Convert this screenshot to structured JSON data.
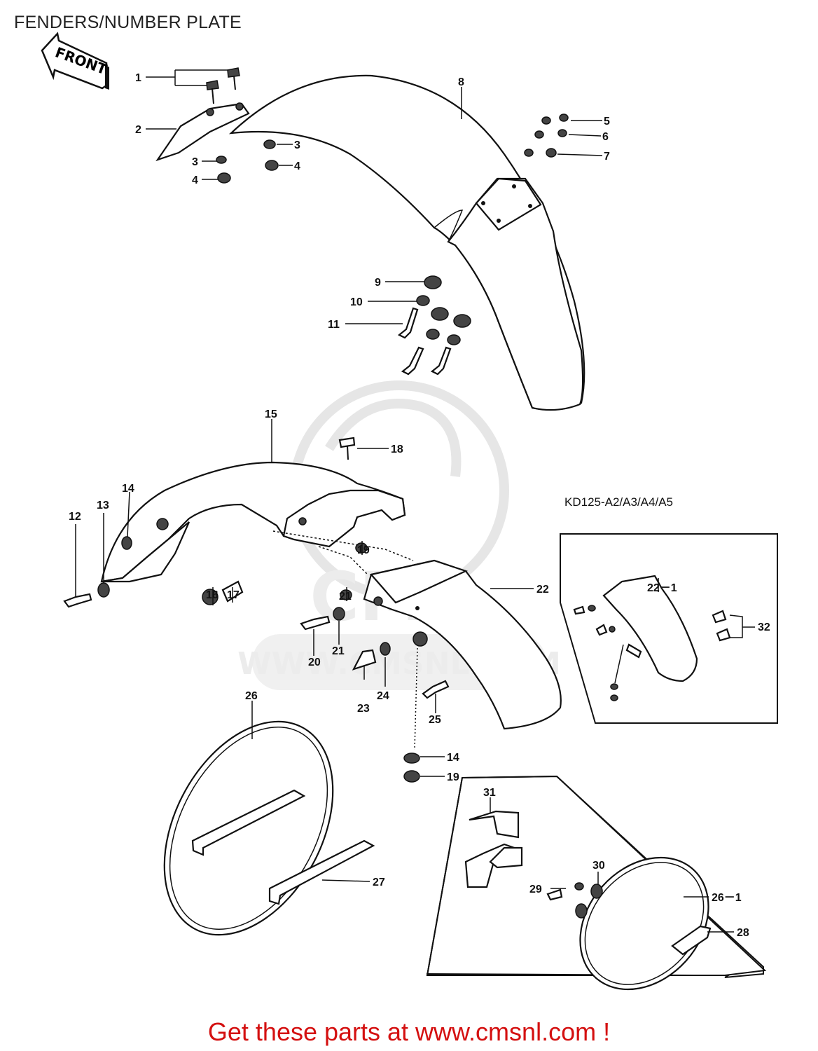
{
  "title": "FENDERS/NUMBER PLATE",
  "front_arrow": "FRONT",
  "model_variant": "KD125-A2/A3/A4/A5",
  "watermark": {
    "logo": "CMS",
    "url": "WWW.CMSNL.COM"
  },
  "callouts": {
    "c1": "1",
    "c2": "2",
    "c3a": "3",
    "c3b": "3",
    "c4a": "4",
    "c4b": "4",
    "c5": "5",
    "c6": "6",
    "c7": "7",
    "c8": "8",
    "c9": "9",
    "c10": "10",
    "c11": "11",
    "c12": "12",
    "c13": "13",
    "c14a": "14",
    "c14b": "14",
    "c15": "15",
    "c16": "16",
    "c17": "17",
    "c18": "18",
    "c19a": "19",
    "c19b": "19",
    "c20": "20",
    "c21a": "21",
    "c21b": "21",
    "c22": "22",
    "c22_1": "22－1",
    "c23": "23",
    "c24": "24",
    "c25": "25",
    "c26": "26",
    "c26_1": "26－1",
    "c27": "27",
    "c28": "28",
    "c29": "29",
    "c30": "30",
    "c31": "31",
    "c32": "32"
  },
  "footer": "Get these parts at www.cmsnl.com !"
}
